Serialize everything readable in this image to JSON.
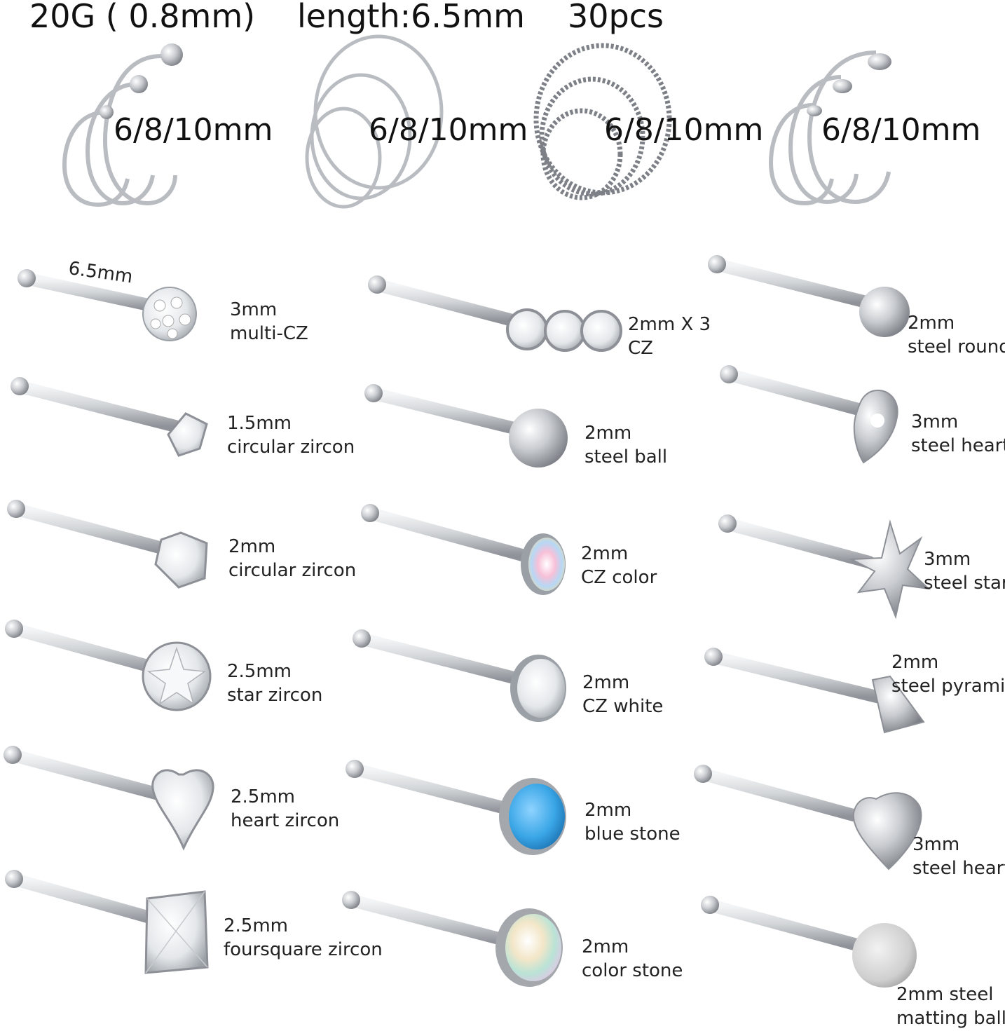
{
  "header": {
    "gauge": "20G ( 0.8mm)",
    "length": "length:6.5mm",
    "count": "30pcs"
  },
  "rings": [
    {
      "size": "6/8/10mm",
      "icon": "ball-closure-hoop-icon"
    },
    {
      "size": "6/8/10mm",
      "icon": "plain-hoop-icon"
    },
    {
      "size": "6/8/10mm",
      "icon": "twisted-hoop-icon"
    },
    {
      "size": "6/8/10mm",
      "icon": "flat-end-hoop-icon"
    }
  ],
  "measure_label": "6.5mm",
  "pins": [
    {
      "line1": "3mm",
      "line2": "multi-CZ",
      "icon": "multi-cz-ball-icon"
    },
    {
      "line1": "1.5mm",
      "line2": "circular zircon",
      "icon": "small-zircon-icon"
    },
    {
      "line1": "2mm",
      "line2": "circular zircon",
      "icon": "zircon-icon"
    },
    {
      "line1": "2.5mm",
      "line2": "star zircon",
      "icon": "star-zircon-icon"
    },
    {
      "line1": "2.5mm",
      "line2": "heart zircon",
      "icon": "heart-zircon-icon"
    },
    {
      "line1": "2.5mm",
      "line2": "foursquare zircon",
      "icon": "square-zircon-icon"
    },
    {
      "line1": "2mm X 3",
      "line2": "CZ",
      "icon": "triple-cz-icon"
    },
    {
      "line1": "2mm",
      "line2": "steel ball",
      "icon": "steel-ball-icon"
    },
    {
      "line1": "2mm",
      "line2": "CZ color",
      "icon": "color-cz-icon"
    },
    {
      "line1": "2mm",
      "line2": "CZ white",
      "icon": "white-cz-icon"
    },
    {
      "line1": "2mm",
      "line2": "blue stone",
      "icon": "blue-opal-icon"
    },
    {
      "line1": "2mm",
      "line2": "color stone",
      "icon": "color-opal-icon"
    },
    {
      "line1": "2mm",
      "line2": "steel round",
      "icon": "steel-disc-icon"
    },
    {
      "line1": "3mm",
      "line2": "steel heart",
      "icon": "open-heart-icon"
    },
    {
      "line1": "3mm",
      "line2": "steel star",
      "icon": "steel-star-icon"
    },
    {
      "line1": "2mm",
      "line2": "steel pyramis",
      "icon": "steel-spike-icon"
    },
    {
      "line1": "3mm",
      "line2": "steel heart",
      "icon": "steel-heart-icon"
    },
    {
      "line1": "2mm steel",
      "line2": "matting ball",
      "icon": "matte-ball-icon"
    }
  ],
  "colors": {
    "steel": "#c9ccd0",
    "steel_dark": "#8d9197",
    "blue_stone": "#3aa6e6",
    "text": "#222222"
  }
}
